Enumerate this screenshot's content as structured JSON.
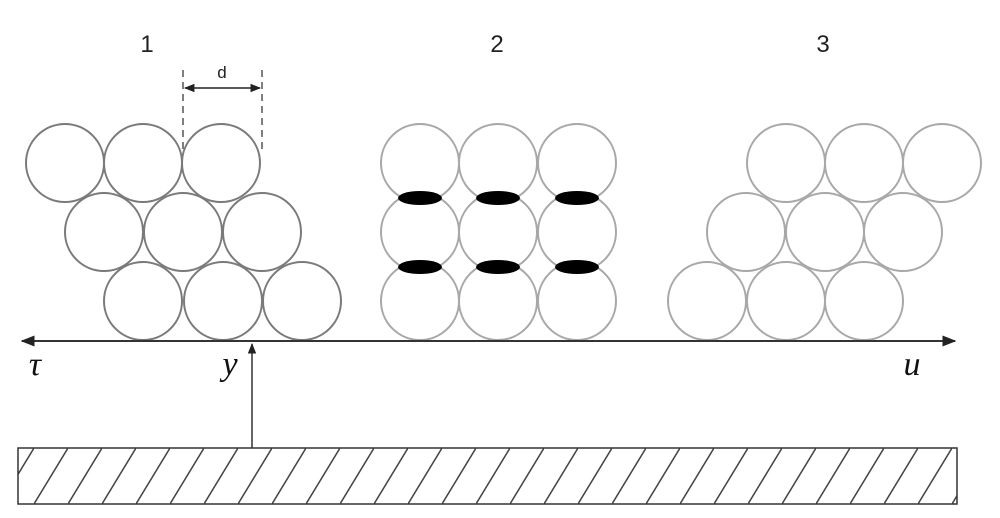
{
  "labels": {
    "group1": "1",
    "group2": "2",
    "group3": "3",
    "diameter": "d",
    "tau": "τ",
    "y": "y",
    "u": "u"
  },
  "colors": {
    "circle_group1": "#7a7a7a",
    "circle_group2_3": "#a8a8a8",
    "contact": "#000000",
    "axis": "#333333"
  }
}
